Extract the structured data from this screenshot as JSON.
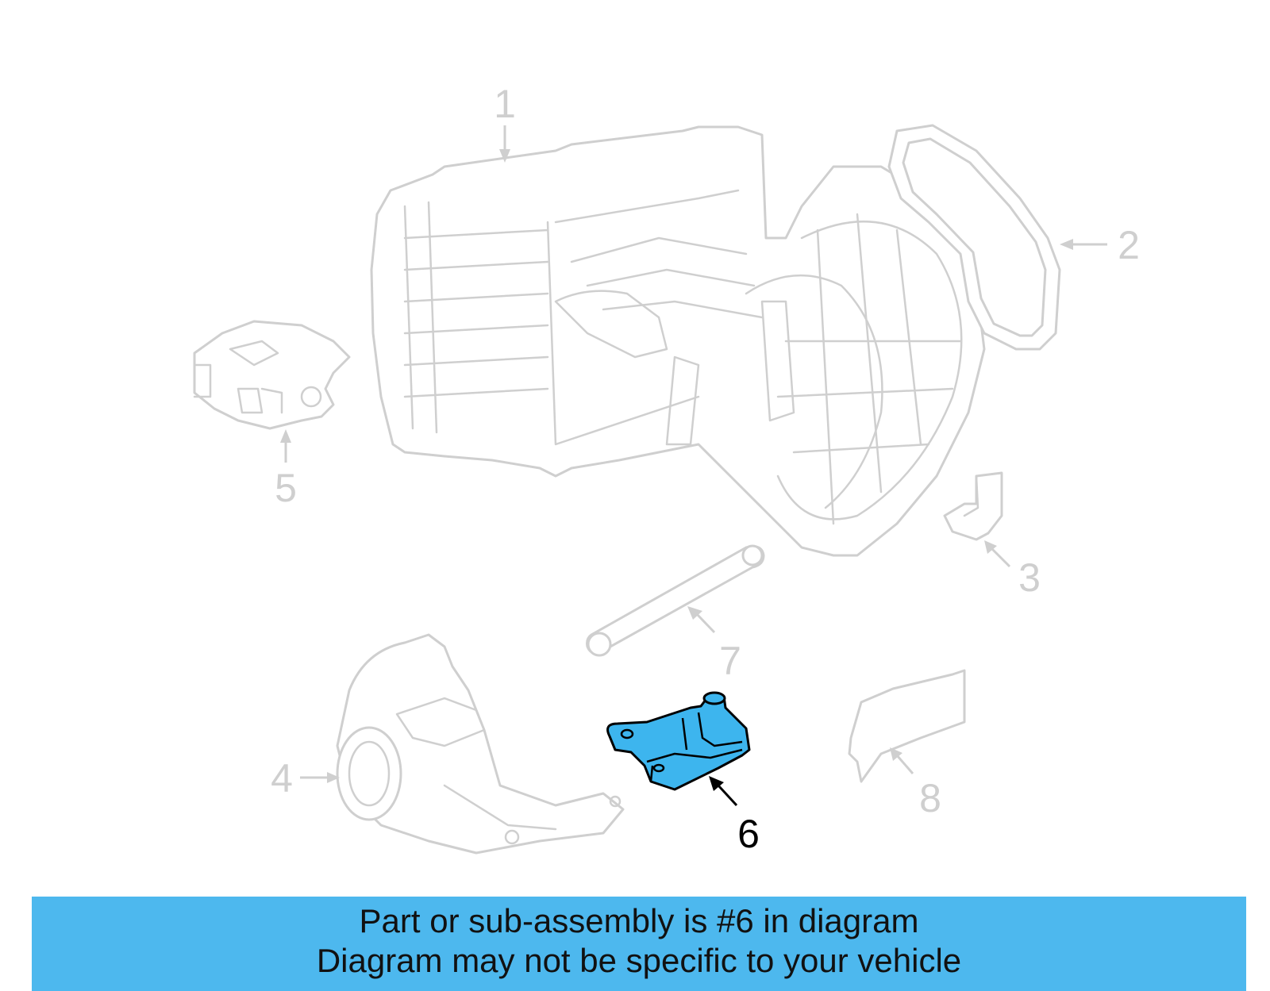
{
  "diagram": {
    "callouts": [
      "1",
      "2",
      "3",
      "4",
      "5",
      "6",
      "7",
      "8"
    ],
    "highlighted_callout": "6",
    "highlight_color": "#3db5ee",
    "part_line_color": "#cfcfcf"
  },
  "banner": {
    "line1": "Part or sub-assembly is #6 in diagram",
    "line2": "Diagram may not be specific to your vehicle",
    "background": "#4db8ee"
  }
}
